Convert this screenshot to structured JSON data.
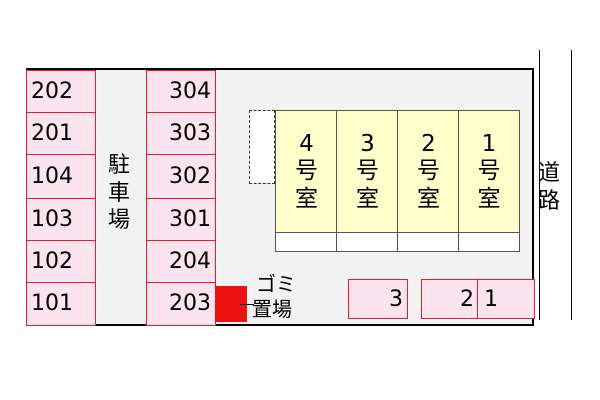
{
  "parking": {
    "left_column": [
      "202",
      "201",
      "104",
      "103",
      "102",
      "101"
    ],
    "right_column": [
      "304",
      "303",
      "302",
      "301",
      "204",
      "203"
    ],
    "label": [
      "駐",
      "車",
      "場"
    ]
  },
  "rooms": [
    {
      "line1": "4",
      "line2": "号",
      "line3": "室"
    },
    {
      "line1": "3",
      "line2": "号",
      "line3": "室"
    },
    {
      "line1": "2",
      "line2": "号",
      "line3": "室"
    },
    {
      "line1": "1",
      "line2": "号",
      "line3": "室"
    }
  ],
  "bicycle": [
    "3",
    "2",
    "1"
  ],
  "trash": {
    "label_line1": "ゴミ",
    "label_line2": "置場",
    "color": "#ee1111"
  },
  "road": {
    "label": [
      "道",
      "路"
    ]
  },
  "colors": {
    "slot_fill": "#fce4ef",
    "slot_border": "#e0202e",
    "unit_fill": "#ffffcc"
  }
}
